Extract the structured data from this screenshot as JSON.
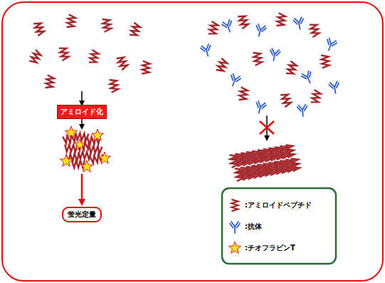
{
  "diagram": {
    "nodes": [
      {
        "text": [
          "アミロイド化"
        ]
      },
      {
        "text": [
          "蛍光定量"
        ]
      }
    ],
    "legend": [
      {
        "text": ":アミロイドペプチド"
      },
      {
        "text": ":抗体"
      },
      {
        "text": ":チオフラビンT"
      }
    ]
  }
}
